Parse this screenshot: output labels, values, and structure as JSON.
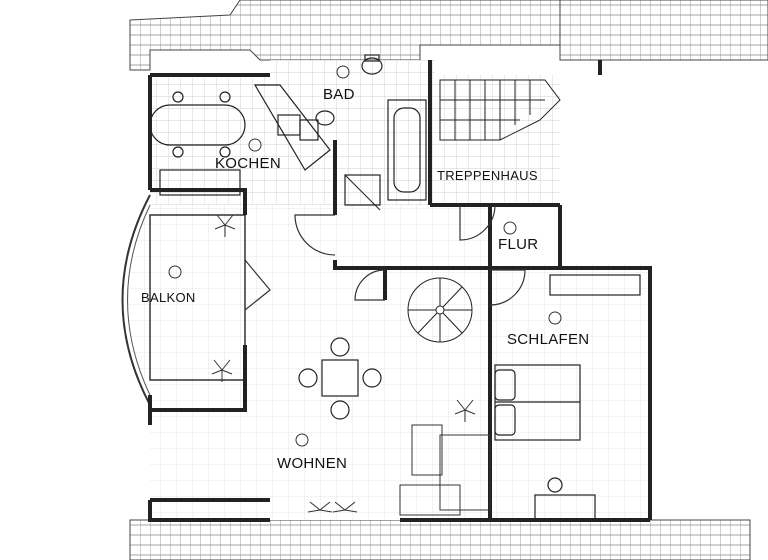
{
  "rooms": {
    "bad": "BAD",
    "kochen": "KOCHEN",
    "treppenhaus": "TREPPENHAUS",
    "flur": "FLUR",
    "balkon": "BALKON",
    "schlafen": "SCHLAFEN",
    "wohnen": "WOHNEN"
  },
  "colors": {
    "line": "#222222",
    "hatch": "#7a7a7a",
    "tile": "#b5b5b5",
    "background": "#ffffff"
  }
}
